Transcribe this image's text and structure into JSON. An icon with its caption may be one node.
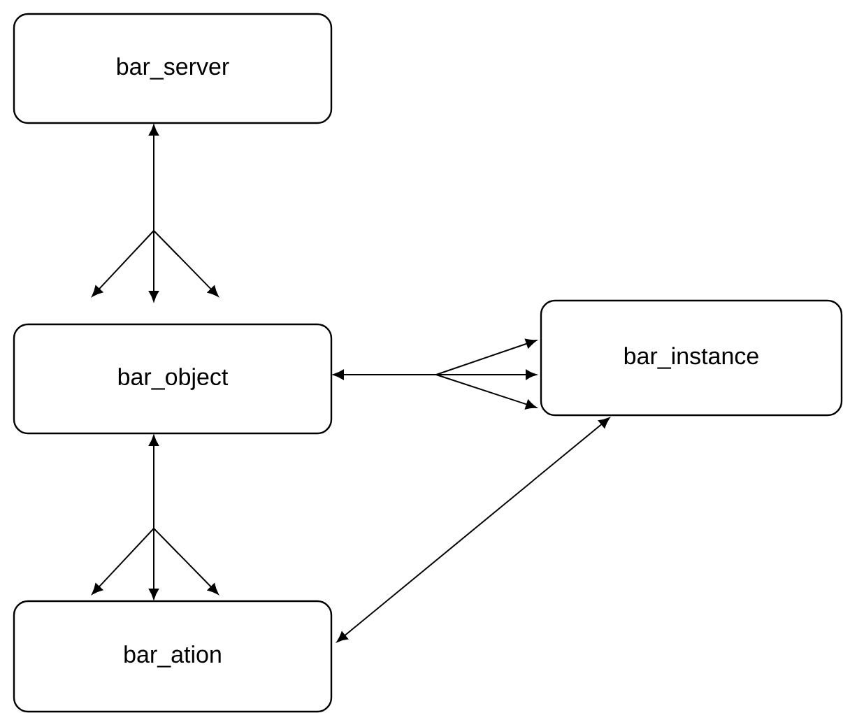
{
  "diagram": {
    "nodes": [
      {
        "text": [
          "bar_server"
        ]
      },
      {
        "text": [
          "bar_object"
        ]
      },
      {
        "text": [
          "bar_instance"
        ]
      },
      {
        "text": [
          "bar_ation"
        ]
      }
    ],
    "edges": [
      {
        "from": 0,
        "to": 1,
        "arrow": "both"
      },
      {
        "from": 1,
        "to": 2,
        "arrow": "both"
      },
      {
        "from": 1,
        "to": 3,
        "arrow": "both"
      },
      {
        "from": 3,
        "to": 2,
        "arrow": "both"
      }
    ]
  }
}
